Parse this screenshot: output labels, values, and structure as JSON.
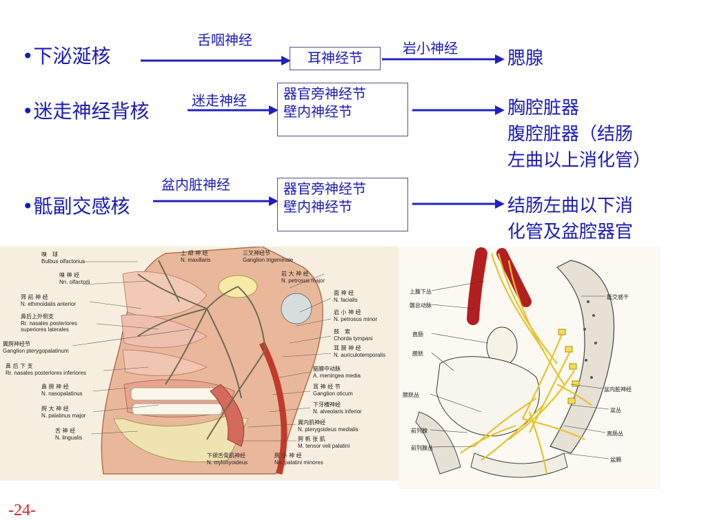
{
  "rows": [
    {
      "nucleus": "•下泌涎核",
      "pre_label": "舌咽神经",
      "ganglion": [
        "耳神经节"
      ],
      "post_label": "岩小神经",
      "targets": [
        "腮腺"
      ]
    },
    {
      "nucleus": "•迷走神经背核",
      "pre_label": "迷走神经",
      "ganglion": [
        "器官旁神经节",
        "壁内神经节"
      ],
      "post_label": "",
      "targets": [
        "胸腔脏器",
        "腹腔脏器（结肠",
        "左曲以上消化管）"
      ]
    },
    {
      "nucleus": "•骶副交感核",
      "pre_label": "盆内脏神经",
      "ganglion": [
        "器官旁神经节",
        "壁内神经节"
      ],
      "post_label": "",
      "targets": [
        "结肠左曲以下消",
        "化管及盆腔器官"
      ]
    }
  ],
  "head_figure": {
    "left_labels": [
      [
        "嗅　球",
        "Bulbus olfactorius"
      ],
      [
        "嗅 神 经",
        "Nn. olfactorii"
      ],
      [
        "筛 前 神 经",
        "N. ethmoidalis anterior"
      ],
      [
        "鼻后上外侧支",
        "Rr. nasales posteriores",
        "superiores laterales"
      ],
      [
        "翼腭神经节",
        "Ganglion pterygopalatinum"
      ],
      [
        "鼻 后 下 支",
        "Rr. nasales posteriores inferiores"
      ],
      [
        "鼻 腭 神 经",
        "N. nasopalatinus"
      ],
      [
        "腭 大 神 经",
        "N. palatinus major"
      ],
      [
        "舌 神 经",
        "N. lingualis"
      ]
    ],
    "top_labels": [
      [
        "上 颌 神 经",
        "N. maxillaris"
      ],
      [
        "三叉神经节",
        "Ganglion trigeminale"
      ]
    ],
    "right_labels": [
      [
        "岩 大 神 经",
        "N. petrosus major"
      ],
      [
        "面 神 经",
        "N. facialis"
      ],
      [
        "岩 小 神 经",
        "N. petrosus minor"
      ],
      [
        "鼓　索",
        "Chorda tympani"
      ],
      [
        "耳 颞 神 经",
        "N. auriculotemporalis"
      ],
      [
        "脑膜中动脉",
        "A. meningea media"
      ],
      [
        "耳 神 经 节",
        "Ganglion oticum"
      ],
      [
        "下牙槽神经",
        "N. alveolaris inferior"
      ],
      [
        "翼内肌神经",
        "N. pterygoideus medialis"
      ],
      [
        "腭 帆 张 肌",
        "M. tensor veli palatini"
      ]
    ],
    "bottom_labels": [
      [
        "下颌舌骨肌神经",
        "N. mylohyoideus"
      ],
      [
        "腭 小 神 经",
        "Nn. palatini minores"
      ]
    ]
  },
  "pelvis_figure": {
    "labels": [
      "上腹下丛",
      "髂总动脉",
      "直肠",
      "膀胱",
      "骶交感干",
      "盆内脏神经",
      "盆丛",
      "直肠丛",
      "盆膈",
      "前列腺",
      "前列腺丛",
      "膀胱丛"
    ]
  },
  "page_number": "-24-",
  "colors": {
    "text": "#1a1ab4",
    "arrow": "#2020c0",
    "page_number": "#e02020"
  }
}
